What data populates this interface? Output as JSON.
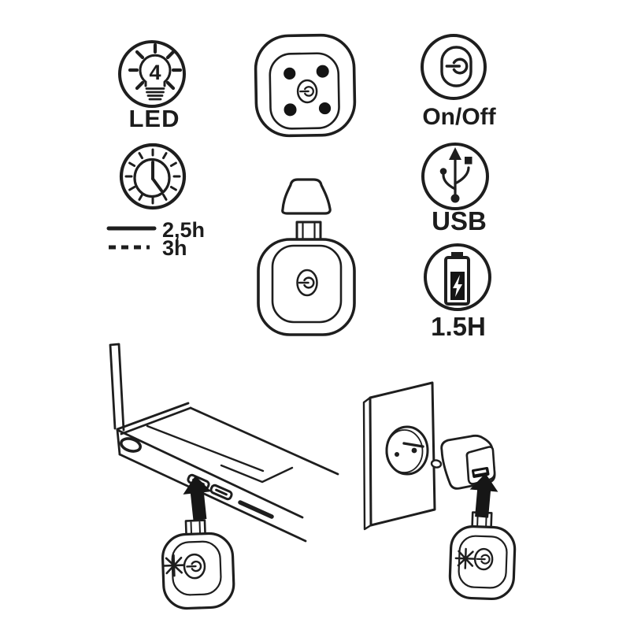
{
  "diagram": {
    "description": "hand-drawn instruction sheet for a USB rechargeable night light",
    "ink_color": "#1e1e1e",
    "background_color": "#ffffff"
  },
  "icons": {
    "led": {
      "label": "LED",
      "led_count": "4"
    },
    "runtime": {
      "solid_line_label": "2,5h",
      "dashed_line_label": "3h"
    },
    "on_off": {
      "label": "On/Off"
    },
    "usb": {
      "label": "USB"
    },
    "charge_time": {
      "label": "1.5H"
    }
  }
}
